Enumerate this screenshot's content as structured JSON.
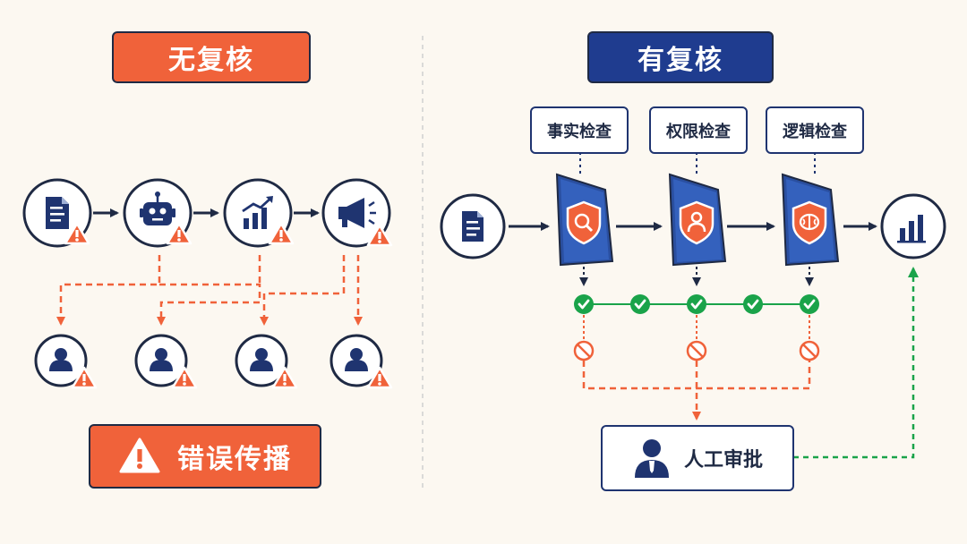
{
  "left": {
    "title": "无复核",
    "result": "错误传播",
    "pipeline_icons": [
      "document-icon",
      "robot-icon",
      "chart-up-icon",
      "megaphone-icon"
    ],
    "user_icon": "user-icon",
    "warning_icon": "warning-icon"
  },
  "right": {
    "title": "有复核",
    "checks": [
      "事实检查",
      "权限检查",
      "逻辑检查"
    ],
    "gate_icons": [
      "search-shield-icon",
      "user-shield-icon",
      "brain-shield-icon"
    ],
    "approval": "人工审批",
    "pass_icon": "check-icon",
    "block_icon": "block-icon",
    "output_icon": "bar-chart-icon"
  },
  "colors": {
    "orange": "#f0623a",
    "navy": "#1f3470",
    "dark": "#1f2a44",
    "green": "#1aa34a",
    "background": "#fcf8f1"
  }
}
